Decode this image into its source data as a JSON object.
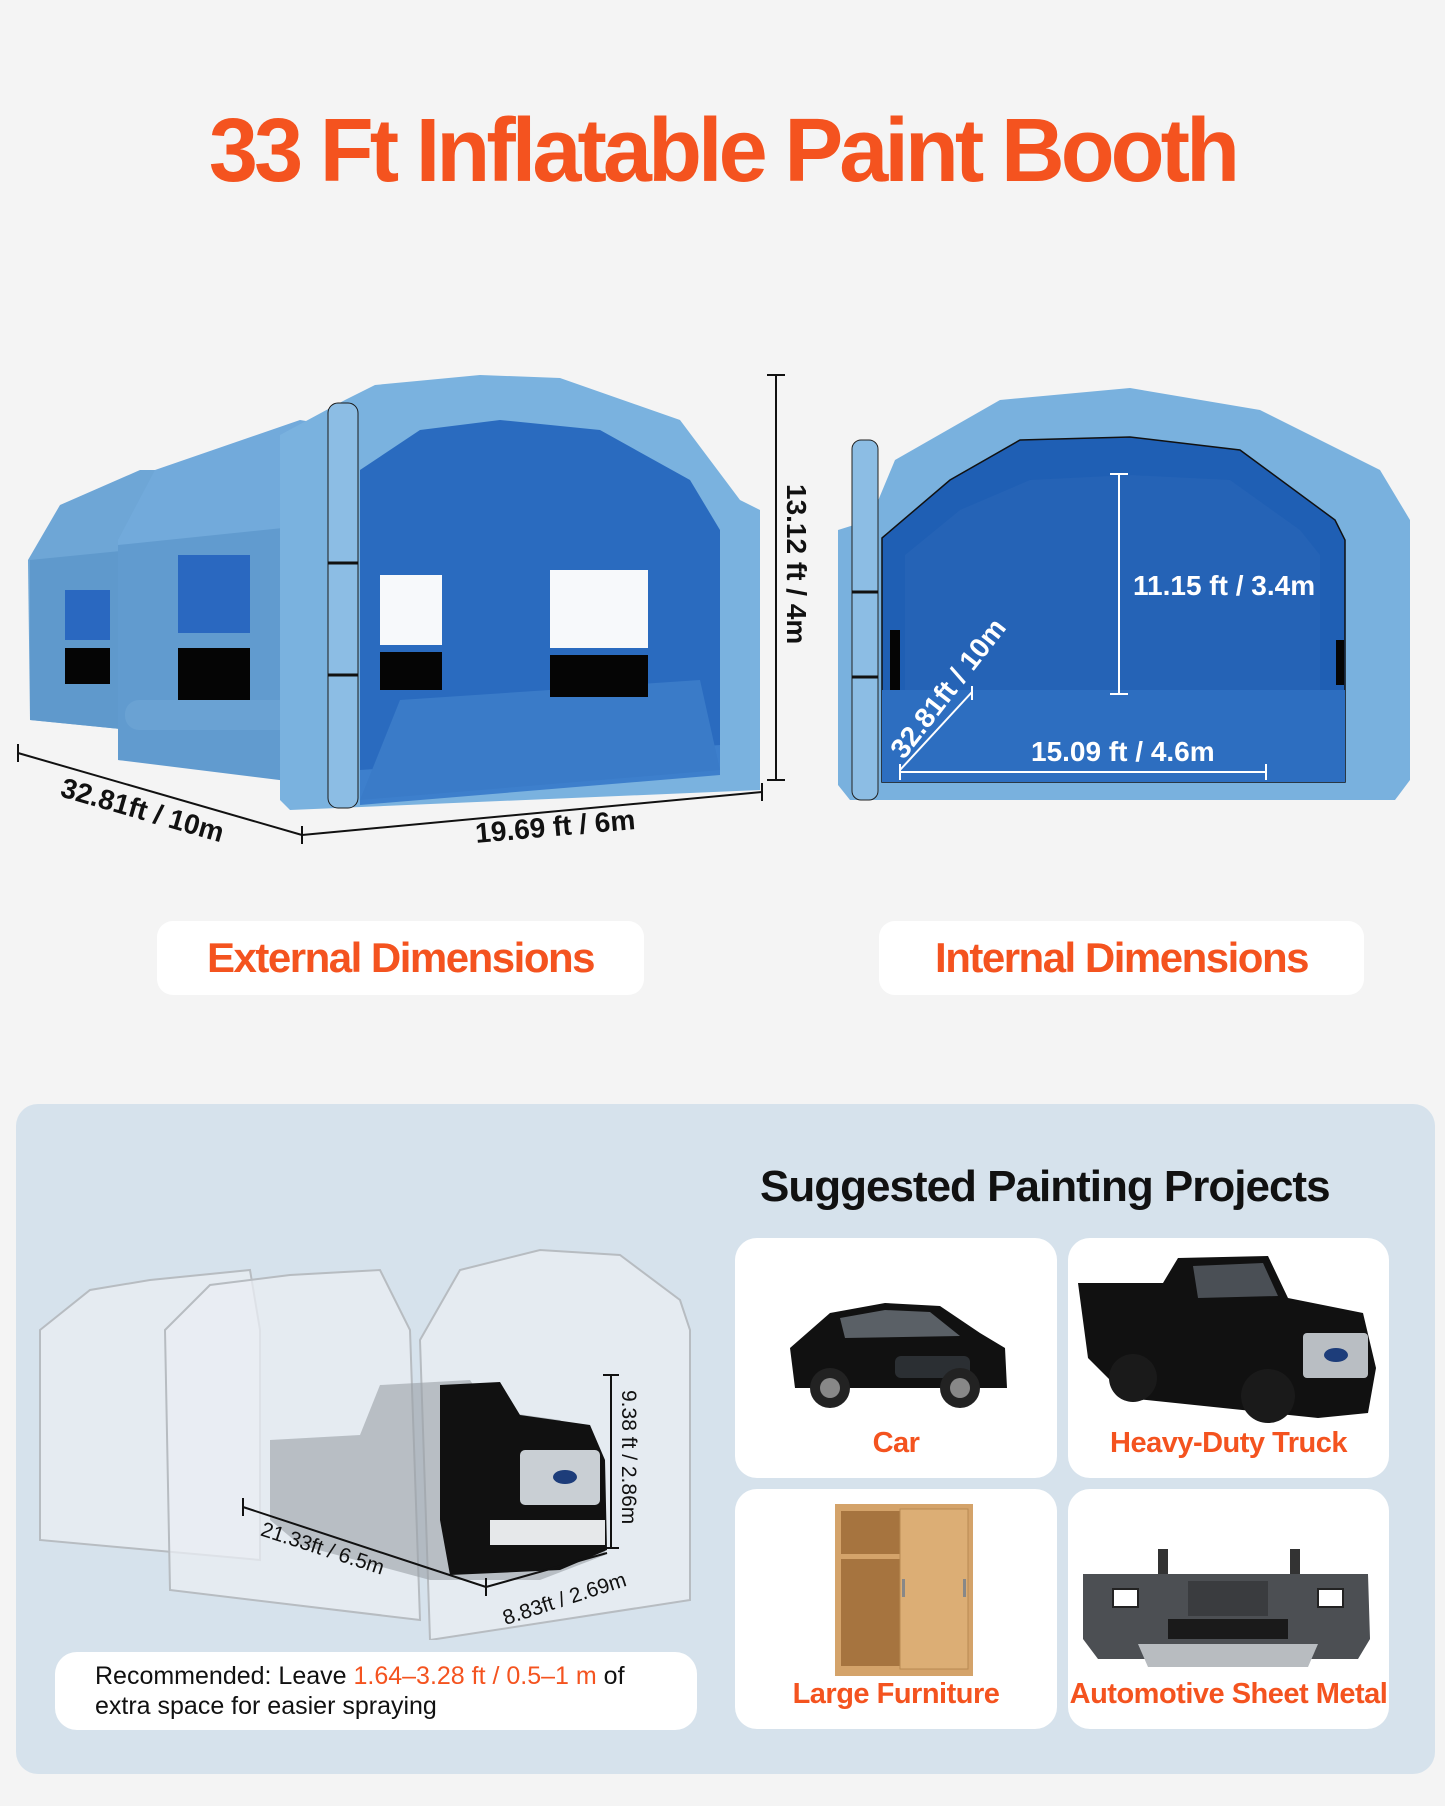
{
  "title": "33 Ft Inflatable Paint Booth",
  "colors": {
    "accent": "#f4531f",
    "background": "#f4f4f4",
    "panel": "#d6e2ec",
    "booth_outer": "#6fa8d8",
    "booth_inner": "#2866b8"
  },
  "external": {
    "label": "External Dimensions",
    "length": "32.81ft / 10m",
    "width": "19.69 ft / 6m",
    "height": "13.12 ft / 4m"
  },
  "internal": {
    "label": "Internal Dimensions",
    "height": "11.15 ft / 3.4m",
    "length": "32.81ft / 10m",
    "width": "15.09 ft / 4.6m"
  },
  "vehicle_fit": {
    "length": "21.33ft / 6.5m",
    "width": "8.83ft / 2.69m",
    "height": "9.38 ft / 2.86m"
  },
  "note": {
    "prefix": "Recommended: Leave ",
    "highlight": "1.64–3.28 ft / 0.5–1 m",
    "suffix": " of",
    "line2": "extra space for easier spraying"
  },
  "projects": {
    "title": "Suggested Painting Projects",
    "items": [
      {
        "label": "Car",
        "icon": "sedan-car-icon"
      },
      {
        "label": "Heavy-Duty Truck",
        "icon": "pickup-truck-icon"
      },
      {
        "label": "Large Furniture",
        "icon": "wardrobe-icon"
      },
      {
        "label": "Automotive Sheet Metal",
        "icon": "bumper-icon"
      }
    ]
  }
}
